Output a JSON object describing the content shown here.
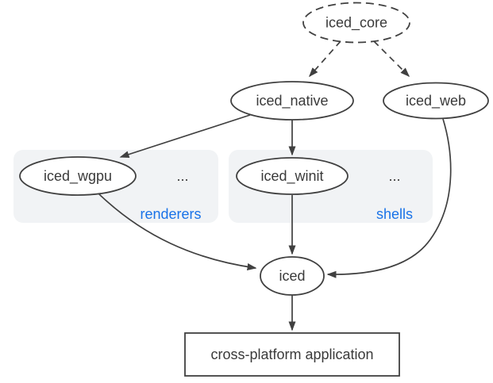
{
  "diagram": {
    "nodes": {
      "iced_core": {
        "label": "iced_core",
        "shape": "dashed-ellipse"
      },
      "iced_native": {
        "label": "iced_native",
        "shape": "ellipse"
      },
      "iced_web": {
        "label": "iced_web",
        "shape": "ellipse"
      },
      "iced_wgpu": {
        "label": "iced_wgpu",
        "shape": "ellipse"
      },
      "iced_winit": {
        "label": "iced_winit",
        "shape": "ellipse"
      },
      "iced": {
        "label": "iced",
        "shape": "ellipse"
      },
      "app": {
        "label": "cross-platform application",
        "shape": "rectangle"
      }
    },
    "groups": {
      "renderers": {
        "label": "renderers",
        "ellipsis": "...",
        "contains": [
          "iced_wgpu"
        ]
      },
      "shells": {
        "label": "shells",
        "ellipsis": "...",
        "contains": [
          "iced_winit"
        ]
      }
    },
    "edges": [
      {
        "from": "iced_core",
        "to": "iced_native",
        "style": "dashed"
      },
      {
        "from": "iced_core",
        "to": "iced_web",
        "style": "dashed"
      },
      {
        "from": "iced_native",
        "to": "iced_wgpu",
        "style": "solid"
      },
      {
        "from": "iced_native",
        "to": "iced_winit",
        "style": "solid"
      },
      {
        "from": "iced_wgpu",
        "to": "iced",
        "style": "solid"
      },
      {
        "from": "iced_winit",
        "to": "iced",
        "style": "solid"
      },
      {
        "from": "iced_web",
        "to": "iced",
        "style": "solid"
      },
      {
        "from": "iced",
        "to": "app",
        "style": "solid"
      }
    ],
    "colors": {
      "background": "#ffffff",
      "node_fill": "#ffffff",
      "node_stroke": "#404040",
      "edge": "#404040",
      "text": "#3a3a3a",
      "group_background": "#f1f3f5",
      "group_label": "#1a73e8"
    }
  }
}
